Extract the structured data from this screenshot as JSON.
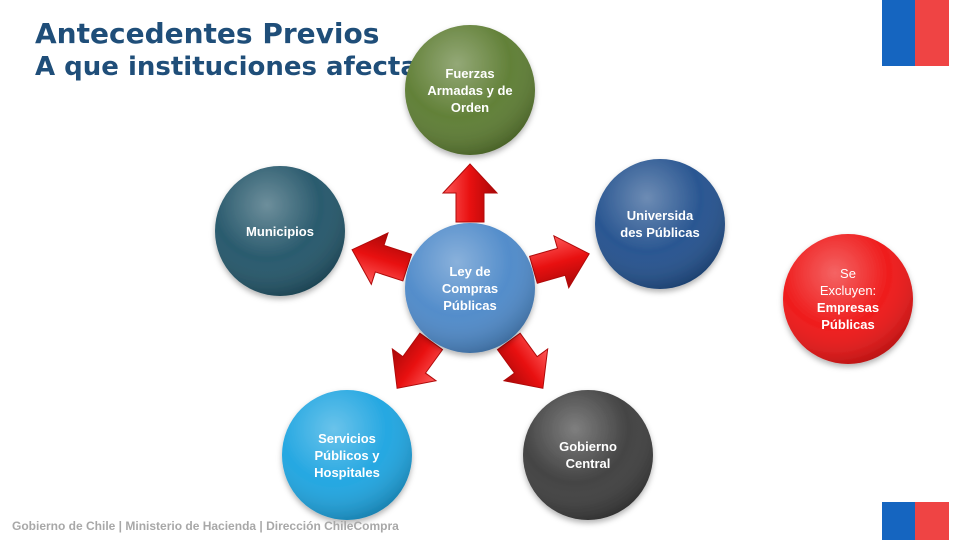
{
  "header": {
    "title": "Antecedentes Previos",
    "subtitle": "A que instituciones afecta"
  },
  "center": {
    "label": "Ley de Compras Públicas",
    "color": "#4a87c8"
  },
  "nodes": [
    {
      "id": "fuerzas",
      "label": "Fuerzas Armadas y de Orden",
      "color": "#5a7a2e"
    },
    {
      "id": "universidades",
      "label": "Universida des Públicas",
      "color": "#1f4e8c"
    },
    {
      "id": "gobierno",
      "label": "Gobierno Central",
      "color": "#3a3a3a"
    },
    {
      "id": "servicios",
      "label": "Servicios Públicos y Hospitales",
      "color": "#1aa3e0"
    },
    {
      "id": "municipios",
      "label": "Municipios",
      "color": "#1f5266"
    }
  ],
  "exclusion": {
    "line1": "Se",
    "line2": "Excluyen:",
    "line3": "Empresas",
    "line4": "Públicas",
    "color": "#ee1111"
  },
  "arrow_color": "#e81010",
  "footer": "Gobierno de Chile | Ministerio de Hacienda | Dirección ChileCompra"
}
